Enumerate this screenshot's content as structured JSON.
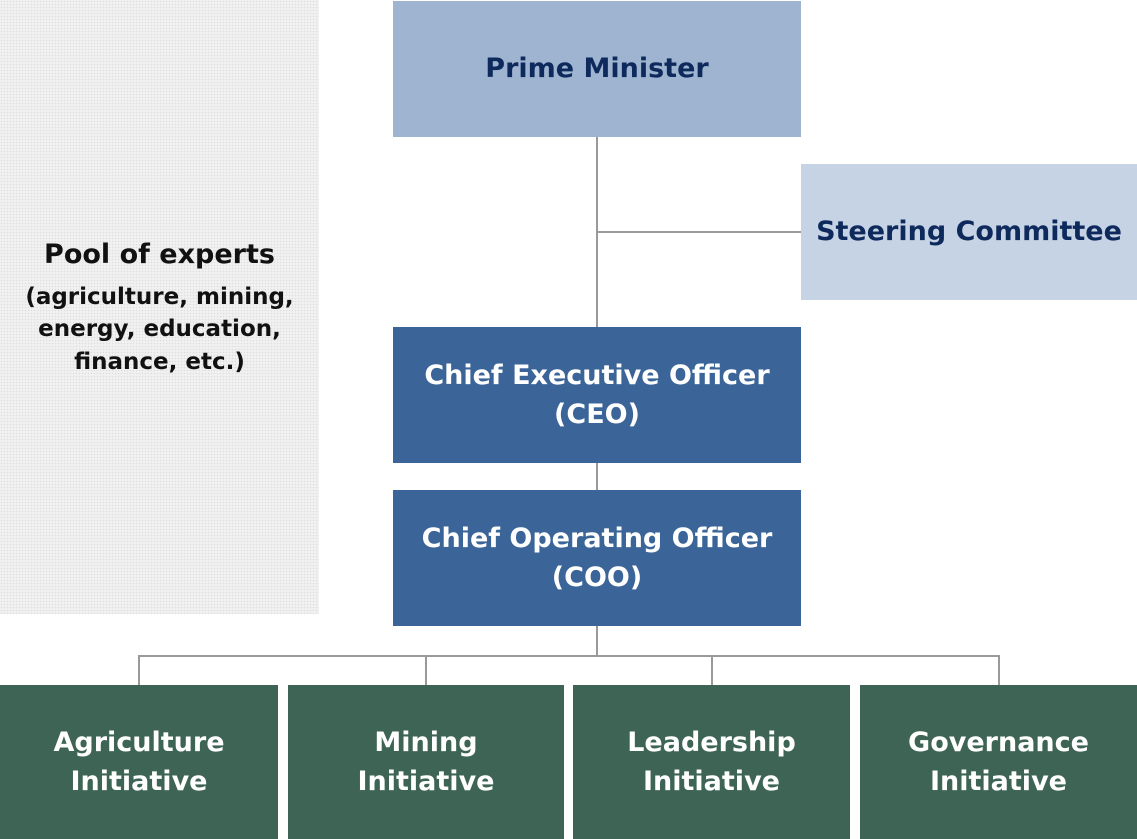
{
  "pool": {
    "title": "Pool of experts",
    "lines": [
      "(agriculture, mining,",
      "energy, education,",
      "finance, etc.)"
    ]
  },
  "prime_minister": "Prime Minister",
  "steering_committee": "Steering Committee",
  "ceo": [
    "Chief Executive Officer",
    "(CEO)"
  ],
  "coo": [
    "Chief Operating Officer",
    "(COO)"
  ],
  "initiatives": [
    [
      "Agriculture",
      "Initiative"
    ],
    [
      "Mining",
      "Initiative"
    ],
    [
      "Leadership",
      "Initiative"
    ],
    [
      "Governance",
      "Initiative"
    ]
  ],
  "colors": {
    "prime_minister": "#9fb4d1",
    "steering_committee": "#c6d3e5",
    "executive": "#3b6598",
    "initiative": "#3e6456",
    "pool_background": "#f1f1f1",
    "connector": "#9a9a9a"
  }
}
